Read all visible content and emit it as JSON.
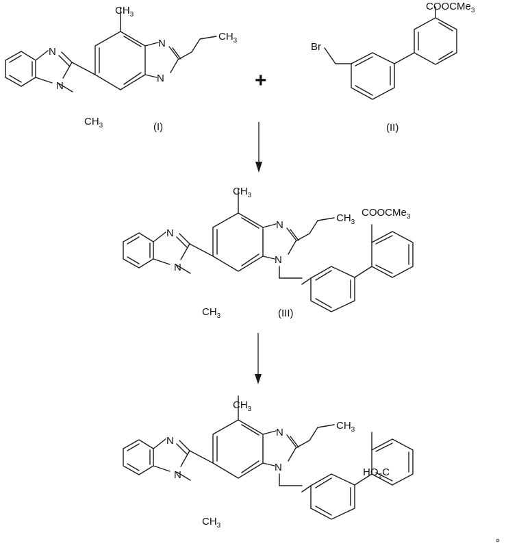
{
  "scheme": {
    "compounds": {
      "c1": {
        "label": "(I)",
        "atoms": {
          "methyl": "CH",
          "methyl_sub": "3",
          "n_top": "N",
          "n_bottom": "N",
          "propyl": "CH",
          "propyl_sub": "3",
          "n_bzim": "N",
          "n_me": "N",
          "n_me_ch": "CH",
          "n_me_sub": "3"
        }
      },
      "c2": {
        "label": "(II)",
        "atoms": {
          "br": "Br",
          "ester": "COOCMe",
          "ester_sub": "3"
        }
      },
      "c3": {
        "label": "(III)",
        "atoms": {
          "methyl": "CH",
          "methyl_sub": "3",
          "n_top": "N",
          "n_bottom": "N",
          "propyl": "CH",
          "propyl_sub": "3",
          "n_bzim": "N",
          "n_me": "N",
          "n_me_ch": "CH",
          "n_me_sub": "3",
          "ester": "COOCMe",
          "ester_sub": "3"
        }
      },
      "c4": {
        "atoms": {
          "methyl": "CH",
          "methyl_sub": "3",
          "n_top": "N",
          "n_bottom": "N",
          "propyl": "CH",
          "propyl_sub": "3",
          "n_bzim": "N",
          "n_me": "N",
          "n_me_ch": "CH",
          "n_me_sub": "3",
          "acid_pre": "HO",
          "acid_sub": "2",
          "acid_post": "C"
        }
      }
    },
    "plus": "+",
    "end_mark": "。"
  }
}
